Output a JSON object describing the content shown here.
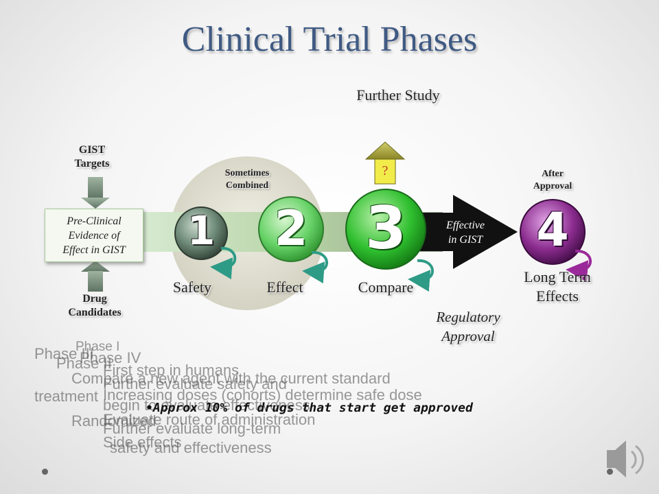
{
  "title": "Clinical Trial Phases",
  "further_study": "Further Study",
  "question_mark": "?",
  "gist_targets": [
    "GIST",
    "Targets"
  ],
  "drug_candidates": [
    "Drug",
    "Candidates"
  ],
  "preclinical": [
    "Pre-Clinical",
    "Evidence of",
    "Effect in GIST"
  ],
  "sometimes_combined": [
    "Sometimes",
    "Combined"
  ],
  "after_approval": [
    "After",
    "Approval"
  ],
  "effective_in_gist": [
    "Effective",
    "in GIST"
  ],
  "regulatory_approval": [
    "Regulatory",
    "Approval"
  ],
  "phases": [
    {
      "number": "1",
      "label": "Safety",
      "color": "#6e8a78"
    },
    {
      "number": "2",
      "label": "Effect",
      "color": "#66d266"
    },
    {
      "number": "3",
      "label": "Compare",
      "color": "#2fbf2f"
    },
    {
      "number": "4",
      "label": "Long Term Effects",
      "label_lines": [
        "Long Term",
        "Effects"
      ],
      "color": "#8b2c8f"
    }
  ],
  "bullet_text": {
    "ghost_lines": [
      "Phase I",
      "Phase III",
      "Phase II",
      "Phase IV",
      "First step in humans",
      "Compare a new agent with the current standard",
      "Further evaluate safety and",
      "treatment",
      "Increasing doses (cohorts) determine safe dose",
      "begin to evaluate effectiveness",
      "Randomized",
      "Evaluate route of administration",
      "Further evaluate long-term",
      "Side effects",
      "safety and effectiveness"
    ],
    "highlight": "Approx 10% of drugs that start get approved"
  },
  "colors": {
    "title": "#3f5a83",
    "bar": "#b9d7a9",
    "sometimes_circle": "#d9d7c8",
    "arrow_olive": "#a9a53a",
    "arrow_black": "#111111",
    "curl_teal": "#2e9b86",
    "curl_purple": "#9a2a9a"
  },
  "icons": [
    "up-arrow-icon",
    "down-arrow-icon",
    "curl-arrow-icon",
    "speaker-icon"
  ]
}
